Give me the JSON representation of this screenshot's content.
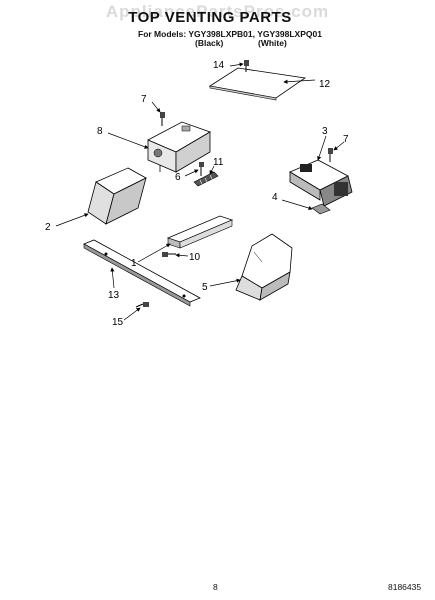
{
  "header": {
    "watermark": "AppliancePartsPros.com",
    "title": "TOP VENTING PARTS",
    "models": "For Models: YGY398LXPB01, YGY398LXPQ01",
    "variant_black": "(Black)",
    "variant_white": "(White)"
  },
  "callouts": {
    "c1": "1",
    "c2": "2",
    "c3": "3",
    "c4": "4",
    "c5": "5",
    "c6": "6",
    "c7a": "7",
    "c7b": "7",
    "c8": "8",
    "c10": "10",
    "c11": "11",
    "c12": "12",
    "c13": "13",
    "c14": "14",
    "c15": "15"
  },
  "footer": {
    "page_number": "8",
    "doc_number": "8186435"
  }
}
